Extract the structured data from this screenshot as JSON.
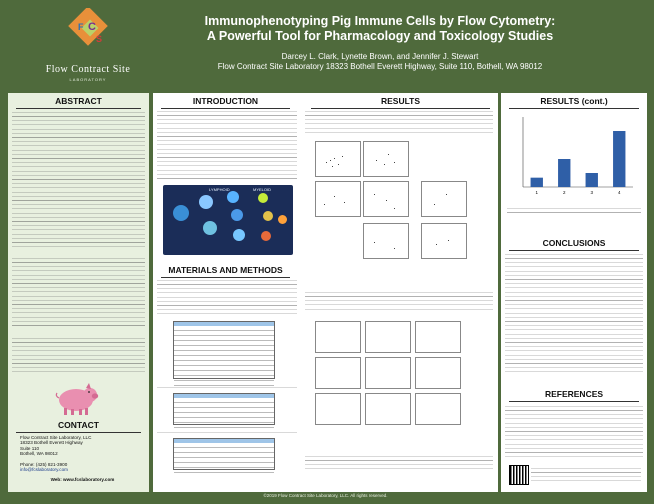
{
  "header": {
    "logo_name": "Flow Contract Site",
    "logo_sub": "LABORATORY",
    "title_line1": "Immunophenotyping Pig Immune Cells by Flow Cytometry:",
    "title_line2": "A Powerful Tool for Pharmacology and Toxicology Studies",
    "authors": "Darcey L. Clark, Lynette Brown, and Jennifer J. Stewart",
    "affiliation": "Flow Contract Site Laboratory 18323 Bothell Everett Highway, Suite 110, Bothell, WA 98012"
  },
  "left": {
    "abstract_title": "ABSTRACT",
    "contact_title": "CONTACT",
    "contact_lines": [
      "Flow Contract Site Laboratory, LLC",
      "18323 Bothell Everett Highway",
      "Suite 110",
      "Bothell, WA 98012",
      "",
      "Phone: (425) 821-3900",
      "info@fcslaboratory.com",
      "",
      "Web: www.fcslaboratory.com"
    ]
  },
  "middle": {
    "intro_title": "INTRODUCTION",
    "methods_title": "MATERIALS AND METHODS",
    "results_title": "RESULTS"
  },
  "right": {
    "results_cont_title": "RESULTS (cont.)",
    "conclusions_title": "CONCLUSIONS",
    "references_title": "REFERENCES",
    "chart_data": {
      "type": "bar",
      "categories": [
        "1",
        "2",
        "3",
        "4"
      ],
      "values": [
        4,
        12,
        6,
        24
      ],
      "ylim": [
        0,
        30
      ]
    }
  },
  "footer": {
    "copyright": "©2019 Flow Contract Site Laboratory, LLC. All rights reserved."
  }
}
